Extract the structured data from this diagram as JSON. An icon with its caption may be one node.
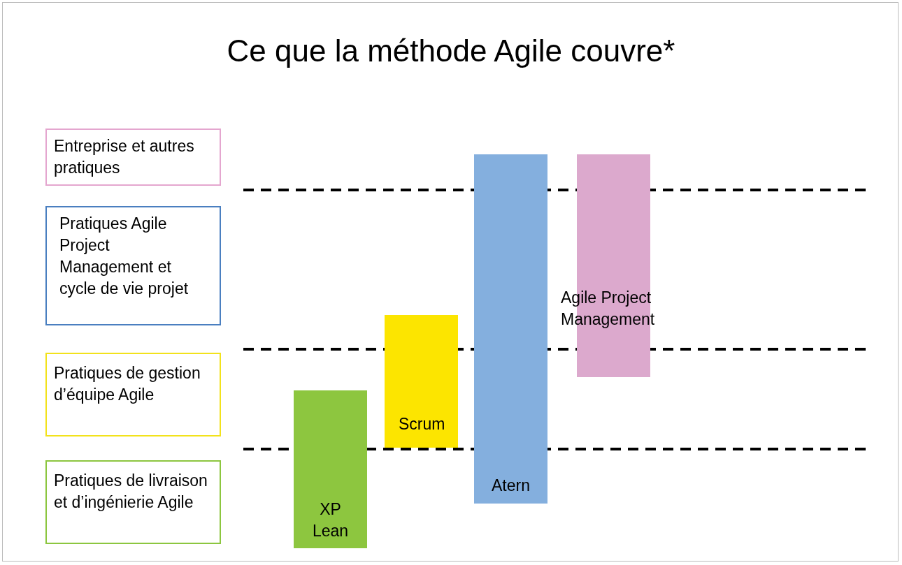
{
  "diagram": {
    "title": "Ce que la méthode Agile couvre*",
    "nodes": [
      {
        "text": [
          "Entreprise et autres pratiques"
        ]
      },
      {
        "text": [
          "Pratiques Agile Project Management et cycle de vie projet"
        ]
      },
      {
        "text": [
          "Pratiques de gestion d’équipe Agile"
        ]
      },
      {
        "text": [
          "Pratiques de livraison et d’ingénierie Agile"
        ]
      },
      {
        "text": [
          "XP Lean"
        ]
      },
      {
        "text": [
          "Scrum"
        ]
      },
      {
        "text": [
          "Atern"
        ]
      },
      {
        "text": [
          "Agile Project Management"
        ]
      }
    ],
    "edges": []
  }
}
